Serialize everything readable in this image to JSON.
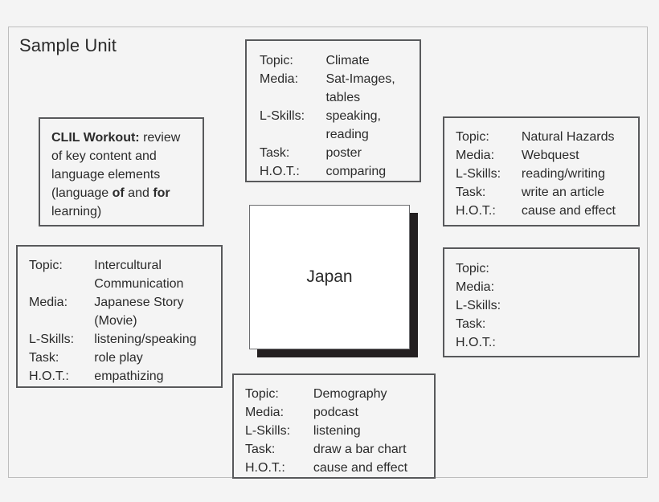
{
  "diagram": {
    "title": "Sample Unit",
    "center_node": {
      "label": "Japan"
    },
    "workout_card": {
      "heading": "CLIL Workout:",
      "text_part_1": " review of key content and language elements (language ",
      "emphasis_1": "of",
      "text_part_2": " and ",
      "emphasis_2": "for",
      "text_part_3": " learning)"
    },
    "labels": {
      "topic": "Topic:",
      "media": "Media:",
      "lskills": "L-Skills:",
      "task": "Task:",
      "hot": "H.O.T.:"
    },
    "cards": [
      {
        "id": "climate",
        "topic": "Climate",
        "media": "Sat-Images,\ntables",
        "lskills": "speaking,\nreading",
        "task": "poster",
        "hot": "comparing"
      },
      {
        "id": "hazards",
        "topic": "Natural Hazards",
        "media": "Webquest",
        "lskills": "reading/writing",
        "task": "write an article",
        "hot": "cause and effect"
      },
      {
        "id": "intercultural",
        "topic": "Intercultural\nCommunication",
        "media": "Japanese Story\n(Movie)",
        "lskills": "listening/speaking",
        "task": "role play",
        "hot": "empathizing"
      },
      {
        "id": "empty",
        "topic": "",
        "media": "",
        "lskills": "",
        "task": "",
        "hot": ""
      },
      {
        "id": "demography",
        "topic": "Demography",
        "media": "podcast",
        "lskills": "listening",
        "task": "draw a bar chart",
        "hot": "cause and effect"
      }
    ]
  },
  "colors": {
    "page_background": "#f4f4f4",
    "frame_border": "#bdbdbd",
    "card_border": "#58595b",
    "text": "#2b2b2b",
    "center_node_fill": "#ffffff",
    "center_node_shadow": "#231f20"
  }
}
